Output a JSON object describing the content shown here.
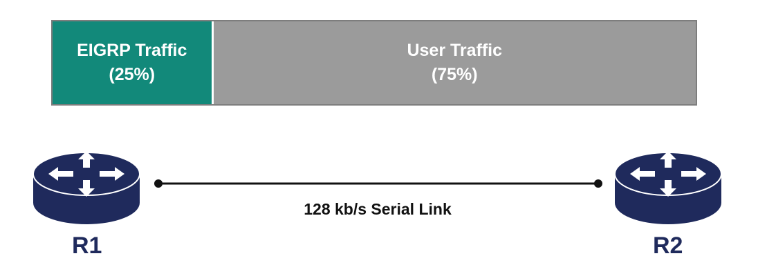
{
  "colors": {
    "eigrp": "#12897a",
    "user": "#9b9b9b",
    "router": "#1f2a5c",
    "router_label": "#1f2a5c",
    "link": "#111111"
  },
  "bandwidth": {
    "eigrp": {
      "label": "EIGRP Traffic",
      "percent_text": "(25%)",
      "share": 0.25
    },
    "user": {
      "label": "User Traffic",
      "percent_text": "(75%)",
      "share": 0.75
    }
  },
  "routers": [
    {
      "name": "R1",
      "icon": "router-icon"
    },
    {
      "name": "R2",
      "icon": "router-icon"
    }
  ],
  "link": {
    "label": "128 kb/s Serial Link"
  }
}
